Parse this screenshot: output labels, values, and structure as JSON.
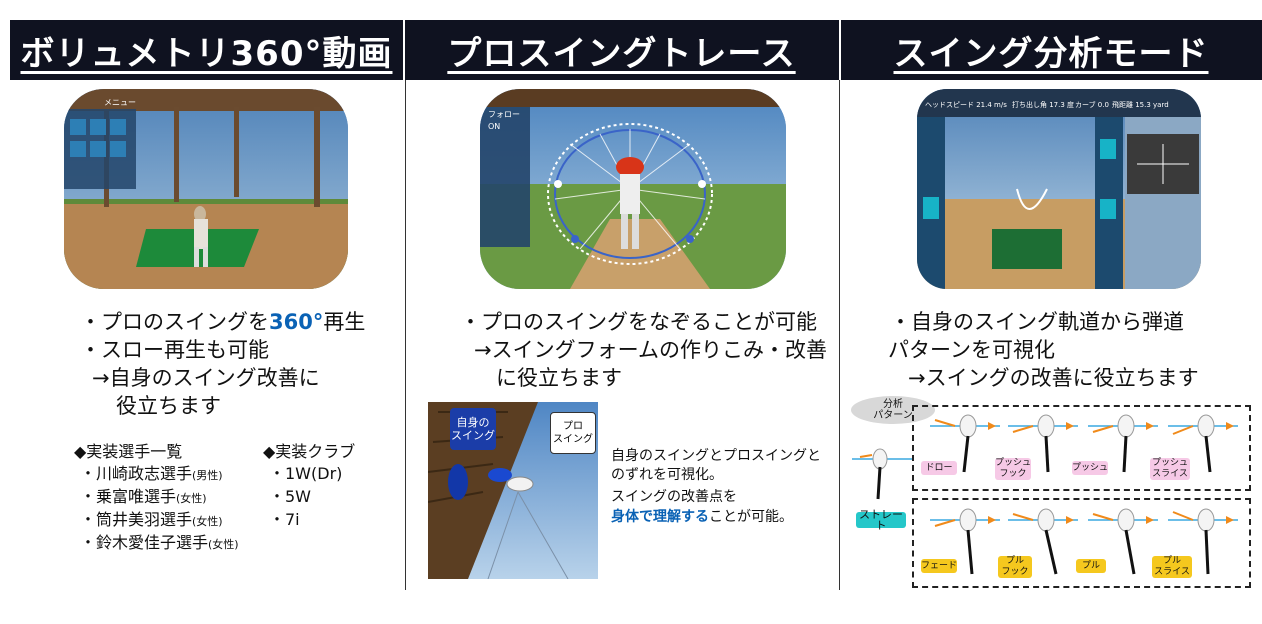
{
  "headers": {
    "col1": "ボリュメトリ360°動画",
    "col2": "プロスイングトレース",
    "col3": "スイング分析モード"
  },
  "col1": {
    "bullet1_prefix": "・プロのスイングを",
    "bullet1_highlight": "360°",
    "bullet1_suffix": "再生",
    "bullet2": "・スロー再生も可能",
    "bullet2_sub1": "→自身のスイング改善に",
    "bullet2_sub2": "役立ちます",
    "players_heading": "◆実装選手一覧",
    "players": [
      {
        "name": "・川崎政志選手",
        "gender": "(男性)"
      },
      {
        "name": "・乗富唯選手",
        "gender": "(女性)"
      },
      {
        "name": "・筒井美羽選手",
        "gender": "(女性)"
      },
      {
        "name": "・鈴木愛佳子選手",
        "gender": "(女性)"
      }
    ],
    "clubs_heading": "◆実装クラブ",
    "clubs": [
      "・1W(Dr)",
      "・5W",
      "・7i"
    ],
    "screenshot_ui": {
      "menu": "メニュー"
    }
  },
  "col2": {
    "bullet1": "・プロのスイングをなぞることが可能",
    "bullet1_sub1": "→スイングフォームの作りこみ・改善",
    "bullet1_sub2": "に役立ちます",
    "img_label_self": "自身の\nスイング",
    "img_label_pro": "プロ\nスイング",
    "desc1": "自身のスイングとプロスイングと",
    "desc2": "のずれを可視化。",
    "desc3": "スイングの改善点を",
    "desc4_highlight": "身体で理解する",
    "desc4_suffix": "ことが可能。",
    "screenshot_ui": {
      "follow": "フォロー",
      "on": "ON"
    }
  },
  "col3": {
    "bullet1": "・自身のスイング軌道から弾道",
    "bullet1_cont": "パターンを可視化",
    "bullet1_sub": "→スイングの改善に役立ちます",
    "screenshot_ui": {
      "head_speed": "ヘッドスピード 21.4 m/s",
      "launch_angle": "打ち出し角 17.3 度",
      "curve": "カーブ 0.0",
      "distance": "飛距離 15.3 yard"
    },
    "analysis_label": "分析\nパターン",
    "straight": "ストレート",
    "top_row": [
      "ドロー",
      "プッシュ\nフック",
      "プッシュ",
      "プッシュ\nスライス"
    ],
    "bottom_row": [
      "フェード",
      "プル\nフック",
      "プル",
      "プル\nスライス"
    ]
  },
  "colors": {
    "header_bg": "#0f1220",
    "accent_blue": "#0a62b5",
    "pink_tag": "#f6c9e6",
    "yellow_tag": "#f5c81e",
    "teal_tag": "#25c7c9"
  }
}
